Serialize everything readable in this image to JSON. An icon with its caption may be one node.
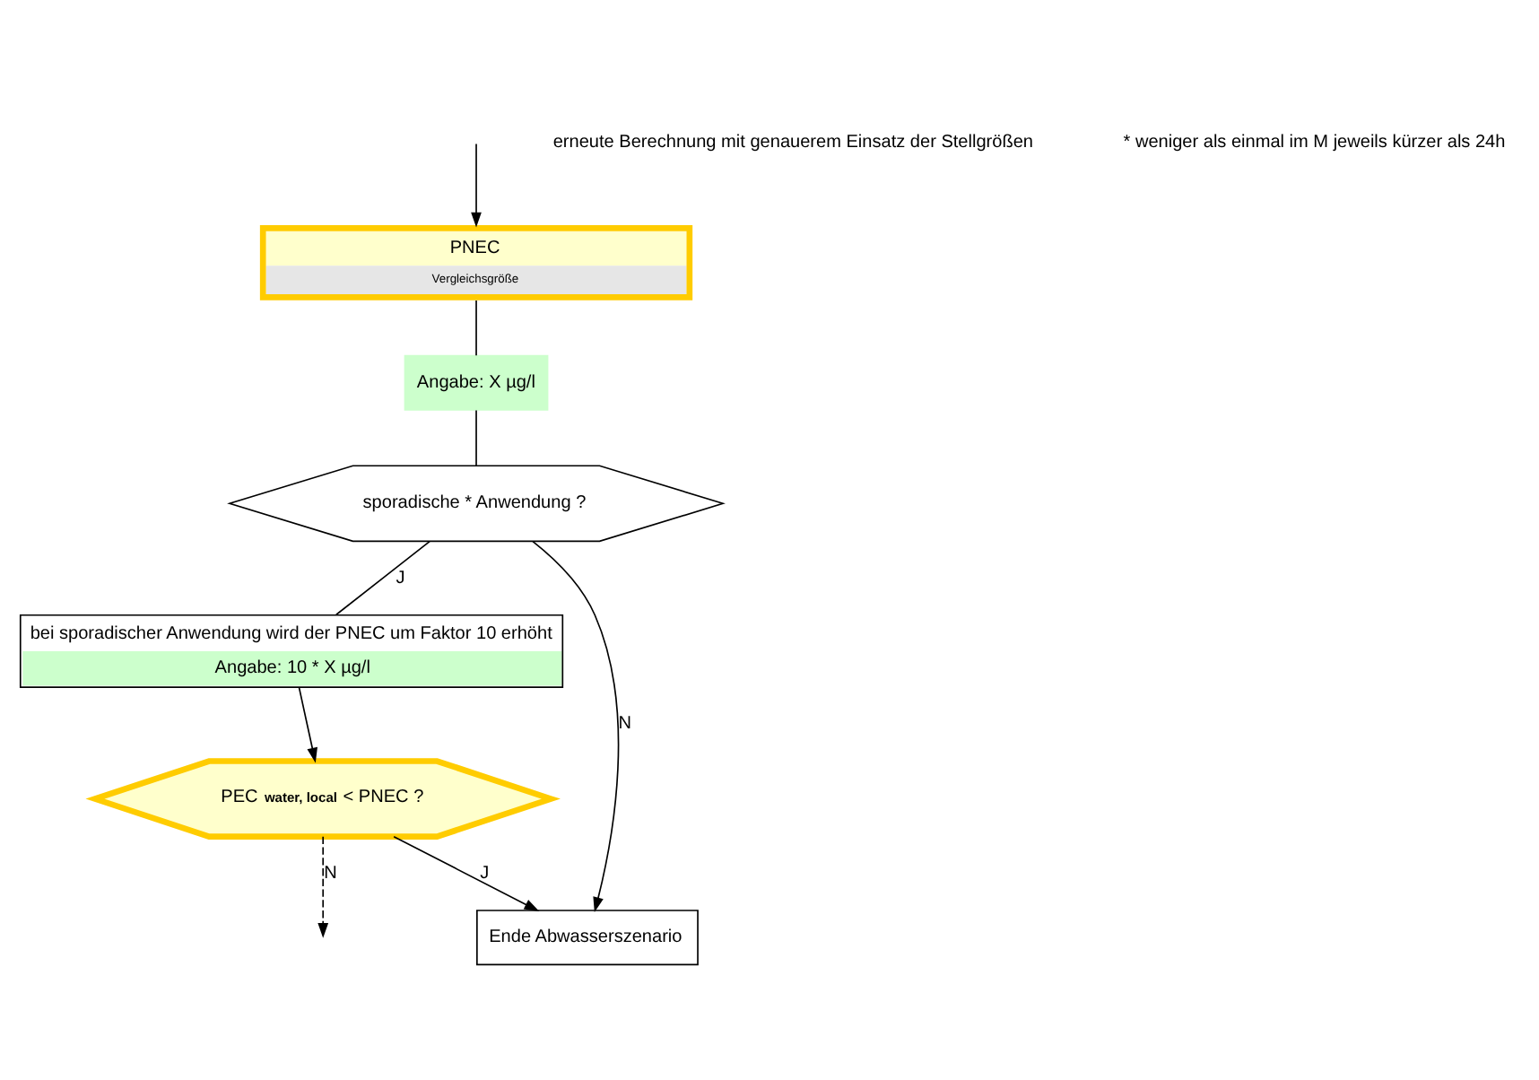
{
  "diagram": {
    "nodes": [
      {
        "text": [
          "PNEC",
          "Vergleichsgröße"
        ]
      },
      {
        "text": [
          "Angabe: X µg/l"
        ]
      },
      {
        "text": [
          "sporadische * Anwendung ?"
        ]
      },
      {
        "text": [
          "bei sporadischer Anwendung wird der PNEC um Faktor 10 erhöht",
          "Angabe: 10 * X µg/l"
        ]
      },
      {
        "text": [
          "PEC $_{water, local}$ < PNEC ?"
        ]
      },
      {
        "text": [
          "Ende Abwasserszenario"
        ]
      }
    ],
    "edges": [
      {
        "from": null,
        "to": 0,
        "arrow": "to"
      },
      {
        "from": 0,
        "to": 1,
        "arrow": "none"
      },
      {
        "from": 1,
        "to": 2,
        "arrow": "none"
      },
      {
        "from": 2,
        "to": 5,
        "label": "N",
        "arrow": "to"
      },
      {
        "from": 2,
        "to": 3,
        "label": "J",
        "arrow": "none"
      },
      {
        "from": 3,
        "to": 4,
        "arrow": "to"
      },
      {
        "from": 4,
        "to": 5,
        "label": "J",
        "arrow": "to"
      },
      {
        "from": 4,
        "to": null,
        "label": "N",
        "arrow": "to",
        "style": "dashed"
      }
    ],
    "labels": [
      "erneute Berechnung mit genauerem Einsatz der Stellgrößen",
      "* weniger als einmal im M jeweils kürzer als 24h"
    ]
  }
}
